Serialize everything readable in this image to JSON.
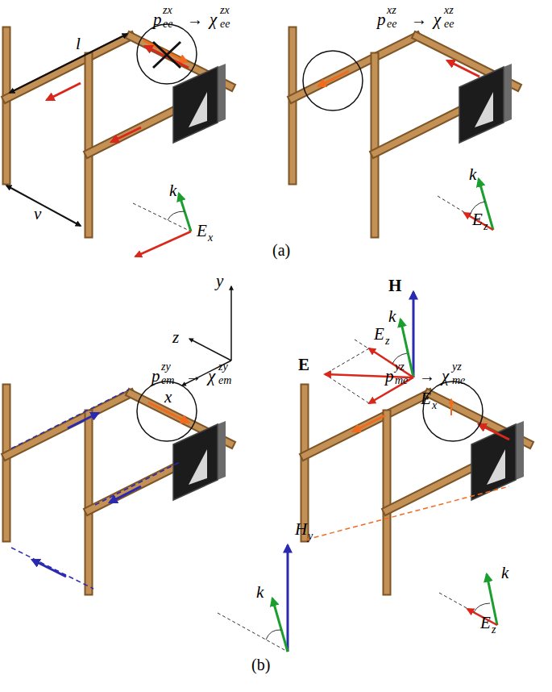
{
  "diagram": {
    "labels": [
      "l",
      "v",
      "p",
      "zx",
      "ee",
      "→",
      "χ",
      "zx",
      "ee",
      "p",
      "xz",
      "ee",
      "→",
      "χ",
      "xz",
      "ee",
      "k",
      "E",
      "x",
      "k",
      "E",
      "z",
      "(a)",
      "y",
      "z",
      "x",
      "H",
      "k",
      "E",
      "z",
      "E",
      "E",
      "x",
      "p",
      "zy",
      "em",
      "→",
      "χ",
      "zy",
      "em",
      "p",
      "yz",
      "me",
      "→",
      "χ",
      "yz",
      "me",
      "H",
      "y",
      "k",
      "k",
      "E",
      "z",
      "(b)"
    ]
  }
}
